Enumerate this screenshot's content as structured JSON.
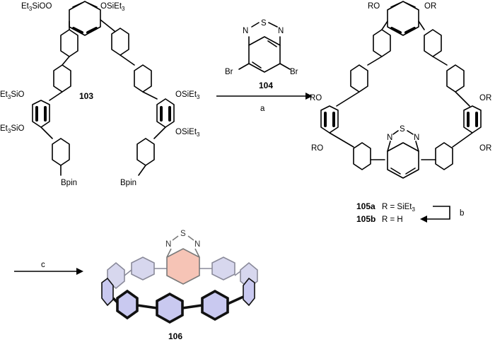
{
  "compounds": {
    "c103": "103",
    "c104": "104",
    "c105a": "105a",
    "c105b": "105b",
    "c106": "106"
  },
  "r_definitions": {
    "r105a": "R = SiEt",
    "r105a_sub": "3",
    "r105b": "R = H"
  },
  "arrows": {
    "a": "a",
    "b": "b",
    "c": "c"
  },
  "atoms": {
    "osi": "OSiEt",
    "sio": "Et",
    "sio_tail": "SiO",
    "sub3": "3",
    "bpin": "Bpin",
    "br": "Br",
    "n": "N",
    "s": "S",
    "ro": "RO",
    "or": "OR"
  },
  "colors": {
    "blue_ring": "#c9c9f0",
    "red_ring": "#f6c4b6",
    "grey_stroke": "#8a8a9a"
  }
}
